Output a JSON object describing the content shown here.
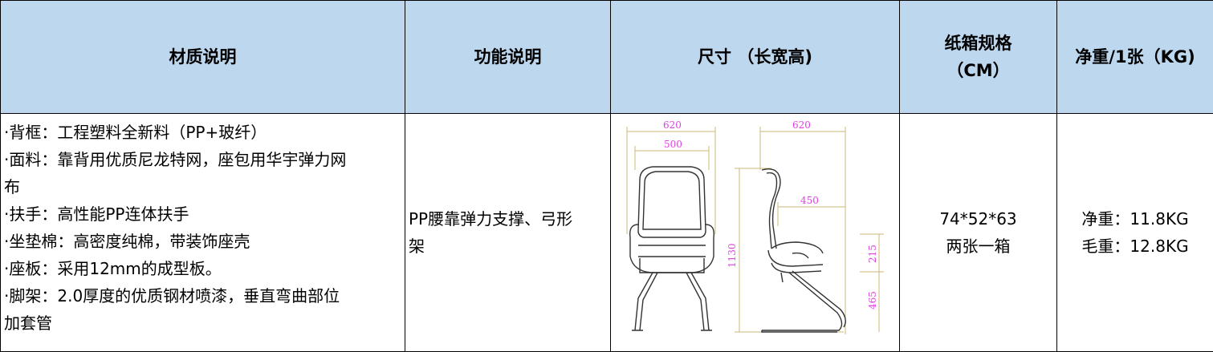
{
  "headers": {
    "material": "材质说明",
    "function": "功能说明",
    "size": "尺寸 （长宽高)",
    "carton_line1": "纸箱规格",
    "carton_line2": "（CM）",
    "weight": "净重/1张（KG)"
  },
  "row": {
    "material_lines": [
      "·背框：工程塑料全新料（PP+玻纤）",
      "·面料：靠背用优质尼龙特网，座包用华宇弹力网",
      "布",
      "·扶手：高性能PP连体扶手",
      "·坐垫棉：高密度纯棉，带装饰座壳",
      "·座板：采用12mm的成型板。",
      "·脚架：2.0厚度的优质钢材喷漆，垂直弯曲部位",
      "加套管"
    ],
    "function_line1": "PP腰靠弹力支撑、弓形",
    "function_line2": "架",
    "carton_size": "74*52*63",
    "carton_note": "两张一箱",
    "net_weight": "净重：11.8KG",
    "gross_weight": "毛重：12.8KG"
  },
  "drawing": {
    "front_width_outer": "620",
    "front_width_inner": "500",
    "side_depth": "620",
    "seat_depth": "450",
    "total_height": "1130",
    "armrest_height": "215",
    "seat_height": "465",
    "dimension_color": "#d6c58a",
    "label_color": "#e040e0"
  }
}
